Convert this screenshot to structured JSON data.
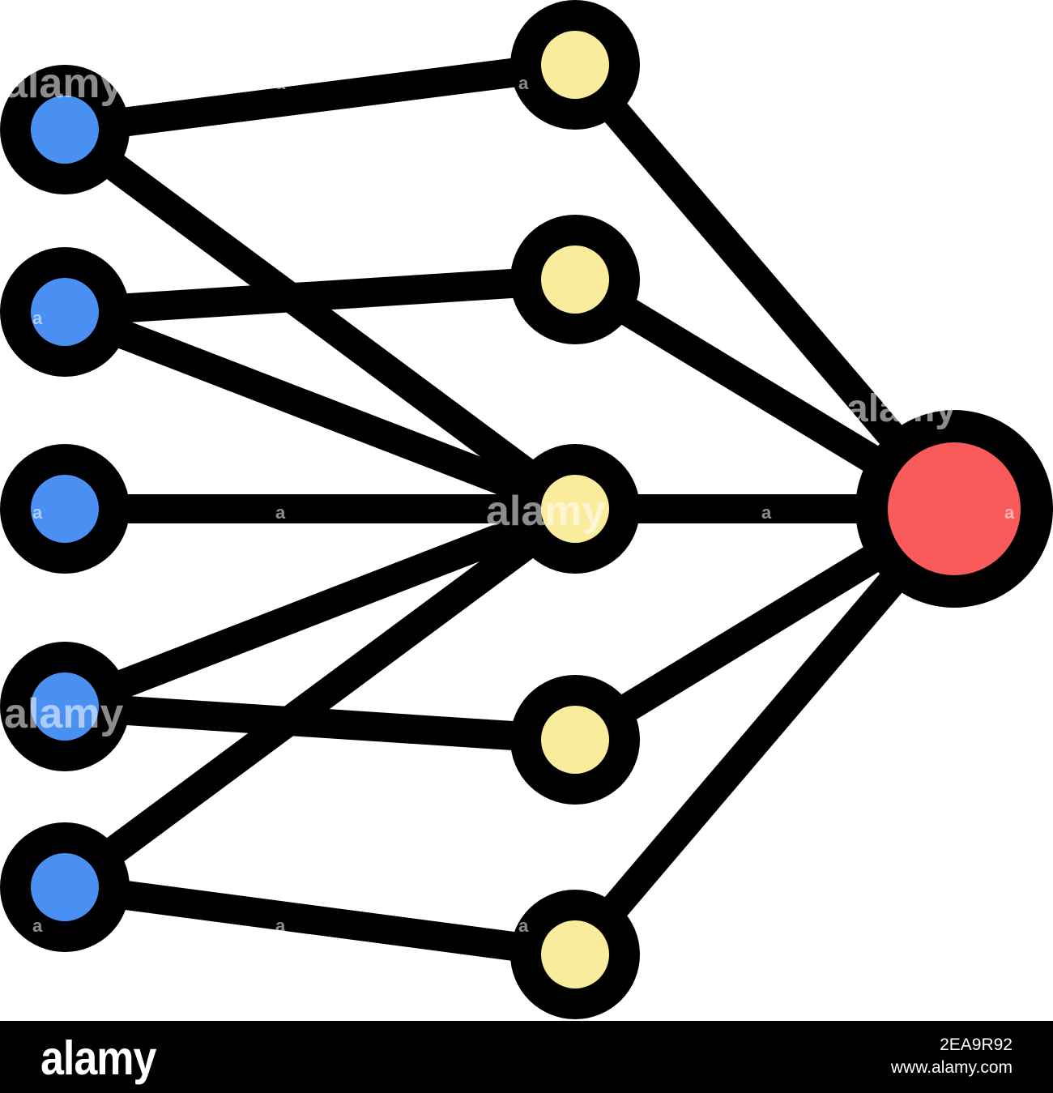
{
  "diagram": {
    "colors": {
      "stroke": "#000000",
      "input": "#4a90f2",
      "hidden": "#f9ed9d",
      "output": "#f95a5a"
    },
    "nodes": [
      {
        "id": "in1",
        "layer": "input"
      },
      {
        "id": "in2",
        "layer": "input"
      },
      {
        "id": "in3",
        "layer": "input"
      },
      {
        "id": "in4",
        "layer": "input"
      },
      {
        "id": "in5",
        "layer": "input"
      },
      {
        "id": "h1",
        "layer": "hidden"
      },
      {
        "id": "h2",
        "layer": "hidden"
      },
      {
        "id": "h3",
        "layer": "hidden"
      },
      {
        "id": "h4",
        "layer": "hidden"
      },
      {
        "id": "h5",
        "layer": "hidden"
      },
      {
        "id": "out",
        "layer": "output"
      }
    ],
    "edges": [
      [
        "in1",
        "h1"
      ],
      [
        "in1",
        "h3"
      ],
      [
        "in2",
        "h2"
      ],
      [
        "in2",
        "h3"
      ],
      [
        "in3",
        "h3"
      ],
      [
        "in4",
        "h3"
      ],
      [
        "in4",
        "h4"
      ],
      [
        "in5",
        "h3"
      ],
      [
        "in5",
        "h5"
      ],
      [
        "h1",
        "out"
      ],
      [
        "h2",
        "out"
      ],
      [
        "h3",
        "out"
      ],
      [
        "h4",
        "out"
      ],
      [
        "h5",
        "out"
      ]
    ]
  },
  "watermark": {
    "text": "alamy",
    "small": "a"
  },
  "footer": {
    "logo": "alamy",
    "image_id": "2EA9R92",
    "url": "www.alamy.com"
  }
}
